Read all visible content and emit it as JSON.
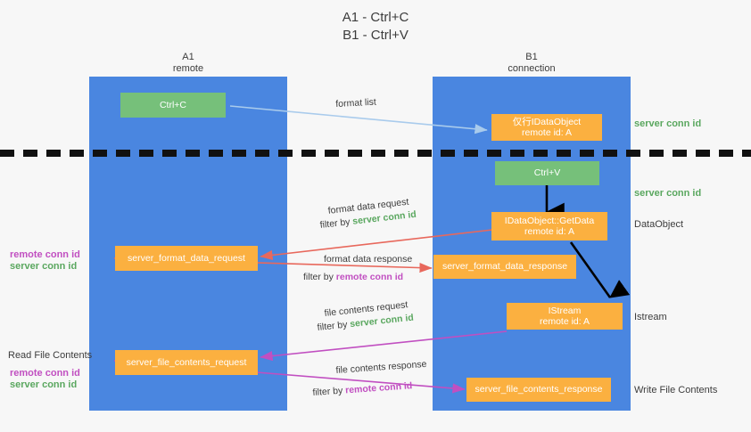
{
  "title": {
    "line1": "A1 - Ctrl+C",
    "line2": "B1 - Ctrl+V"
  },
  "lanes": [
    {
      "id": "a1",
      "title": "A1",
      "subtitle": "remote",
      "color": "#4a86e0"
    },
    {
      "id": "b1",
      "title": "B1",
      "subtitle": "connection",
      "color": "#4a86e0"
    }
  ],
  "colors": {
    "lane": "#4a86e0",
    "green_node": "#76c07a",
    "orange_node": "#fbb040",
    "server_conn_id": "#5aa75f",
    "remote_conn_id": "#c14fc1",
    "arrow_blue": "#a9cbec",
    "arrow_red": "#e8685c",
    "arrow_magenta": "#c14fc1",
    "arrow_black": "#000000",
    "background": "#f7f7f7"
  },
  "nodes": {
    "ctrl_c": {
      "label": "Ctrl+C"
    },
    "ctrl_v": {
      "label": "Ctrl+V"
    },
    "idataobject": {
      "line1": "仅行IDataObject",
      "line2": "remote id: A"
    },
    "getdata": {
      "line1": "IDataObject::GetData",
      "line2": "remote id: A"
    },
    "istream": {
      "line1": "IStream",
      "line2": "remote id: A"
    },
    "server_format_data_request": {
      "label": "server_format_data_request"
    },
    "server_format_data_response": {
      "label": "server_format_data_response"
    },
    "server_file_contents_request": {
      "label": "server_file_contents_request"
    },
    "server_file_contents_response": {
      "label": "server_file_contents_response"
    }
  },
  "edge_labels": {
    "format_list": "format list",
    "format_data_request": "format data request",
    "format_data_request_filter_prefix": "filter by ",
    "format_data_request_filter_value": "server conn id",
    "format_data_response": "format data response",
    "format_data_response_filter_prefix": "filter by ",
    "format_data_response_filter_value": "remote conn id",
    "file_contents_request": "file contents request",
    "file_contents_request_filter_prefix": "filter by ",
    "file_contents_request_filter_value": "server conn id",
    "file_contents_response": "file contents response",
    "file_contents_response_filter_prefix": "filter by ",
    "file_contents_response_filter_value": "remote conn id"
  },
  "right_labels": {
    "server_conn_id_top": "server conn id",
    "server_conn_id_mid": "server conn id",
    "dataobject": "DataObject",
    "istream": "Istream",
    "write_file_contents": "Write File Contents"
  },
  "left_labels": {
    "remote_conn_id_top": "remote conn id",
    "server_conn_id_top": "server conn id",
    "read_file_contents": "Read File Contents",
    "remote_conn_id_bottom": "remote conn id",
    "server_conn_id_bottom": "server conn id"
  }
}
